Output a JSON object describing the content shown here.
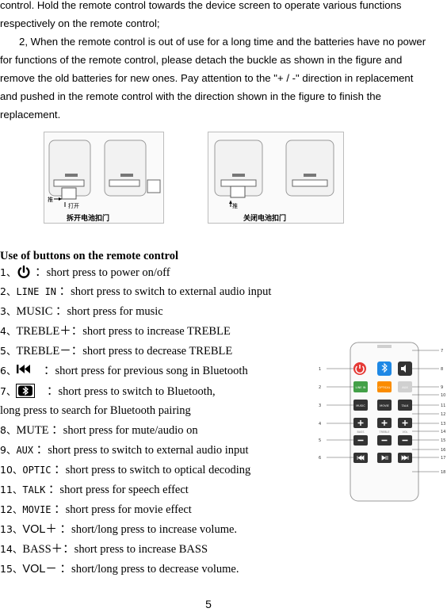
{
  "intro": {
    "lines": [
      "control. Hold the remote control towards the device screen to operate various functions",
      "respectively on the remote control;",
      "2, When the remote control is out of use for a long time and the batteries have no power",
      "for functions of the remote control, please detach the buckle as shown in the figure and",
      "remove the old batteries for new ones. Pay attention to the \"+ / -\" direction in replacement",
      "and pushed in the remote control with the direction shown in the figure to finish the",
      "replacement."
    ]
  },
  "figures": {
    "left_caption": "拆开电池扣门",
    "right_caption": "关闭电池扣门",
    "left_push_label": "推",
    "left_open_label": "打开",
    "right_push_label": "推"
  },
  "section_heading": "Use of buttons on the remote control",
  "buttons": [
    {
      "num": "1、",
      "key": "",
      "key_style": "icon-power",
      "desc": "：short press to power on/off"
    },
    {
      "num": "2、",
      "key": "LINE IN",
      "key_style": "mono",
      "desc": " ：short press to switch to external audio input"
    },
    {
      "num": "3、",
      "key": "MUSIC",
      "key_style": "serif",
      "desc": " ：short press for music"
    },
    {
      "num": "4、",
      "key": "TREBLE＋",
      "key_style": "serif",
      "desc": "：short press to increase TREBLE"
    },
    {
      "num": "5、",
      "key": "TREBLE－",
      "key_style": "serif",
      "desc": "：short press to decrease TREBLE"
    },
    {
      "num": "6、",
      "key": "",
      "key_style": "icon-prev",
      "desc": "：short press for previous song in Bluetooth"
    },
    {
      "num": "7、",
      "key": "",
      "key_style": "icon-bt",
      "desc": "：short press to switch to Bluetooth,"
    },
    {
      "num": "",
      "key": "",
      "key_style": "none",
      "desc": "long press to search for Bluetooth pairing"
    },
    {
      "num": "8、",
      "key": "MUTE",
      "key_style": "serif",
      "desc": " ：short press for mute/audio on"
    },
    {
      "num": "9、",
      "key": "AUX",
      "key_style": "mono",
      "desc": " ：short press to switch to external audio input"
    },
    {
      "num": "10、",
      "key": "OPTIC",
      "key_style": "mono",
      "desc": " ：short press to switch to optical decoding"
    },
    {
      "num": "11、",
      "key": "TALK",
      "key_style": "mono",
      "desc": " ：short press for speech effect"
    },
    {
      "num": "12、",
      "key": "MOVIE",
      "key_style": "mono",
      "desc": " ：short press for movie effect"
    },
    {
      "num": "13、",
      "key": "VOL＋",
      "key_style": "sans",
      "desc": " ：short/long press to increase volume."
    },
    {
      "num": "14、",
      "key": "BASS＋",
      "key_style": "serif",
      "desc": "：short press to increase BASS"
    },
    {
      "num": "15、",
      "key": "VOL－",
      "key_style": "sans",
      "desc": " ：short/long press to decrease volume."
    }
  ],
  "remote": {
    "button_labels": [
      "LINE IN",
      "OPTICAL",
      "AUX",
      "MUSIC",
      "MOVIE",
      "TALK"
    ],
    "row_labels": [
      "BASS",
      "TREBLE",
      "VOL"
    ],
    "callouts": [
      "1",
      "2",
      "3",
      "4",
      "5",
      "6",
      "7",
      "8",
      "9",
      "10",
      "11",
      "12",
      "13",
      "14",
      "15",
      "16",
      "17",
      "18"
    ],
    "colors": {
      "power": "#e53935",
      "bluetooth": "#1e88e5",
      "line_in": "#43a047",
      "optical": "#fb8c00",
      "aux": "#d0d0d0",
      "dark_button": "#333333"
    }
  },
  "page_number": "5"
}
